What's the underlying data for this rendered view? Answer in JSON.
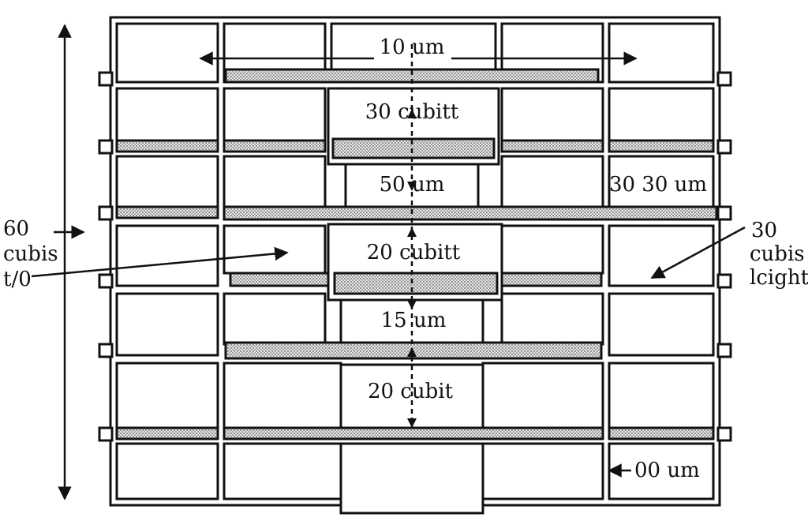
{
  "labels": {
    "top_dimension": "10 um",
    "box_upper": "30 cubitt",
    "shaft_upper": "50 um",
    "box_lower": "20 cubitt",
    "shaft_lower": "15 um",
    "bottom_cell": "20 cubit",
    "right_cell": "30 30 um",
    "right_bottom": "00 um"
  },
  "left_callout": {
    "line1": "60",
    "line2": "cubis",
    "line3": "t/0"
  },
  "right_callout": {
    "line1": "30",
    "line2": "cubis",
    "line3": "lcight"
  },
  "colors": {
    "ink": "#111111",
    "paper": "#ffffff",
    "slab_fill": "stippled grey"
  }
}
